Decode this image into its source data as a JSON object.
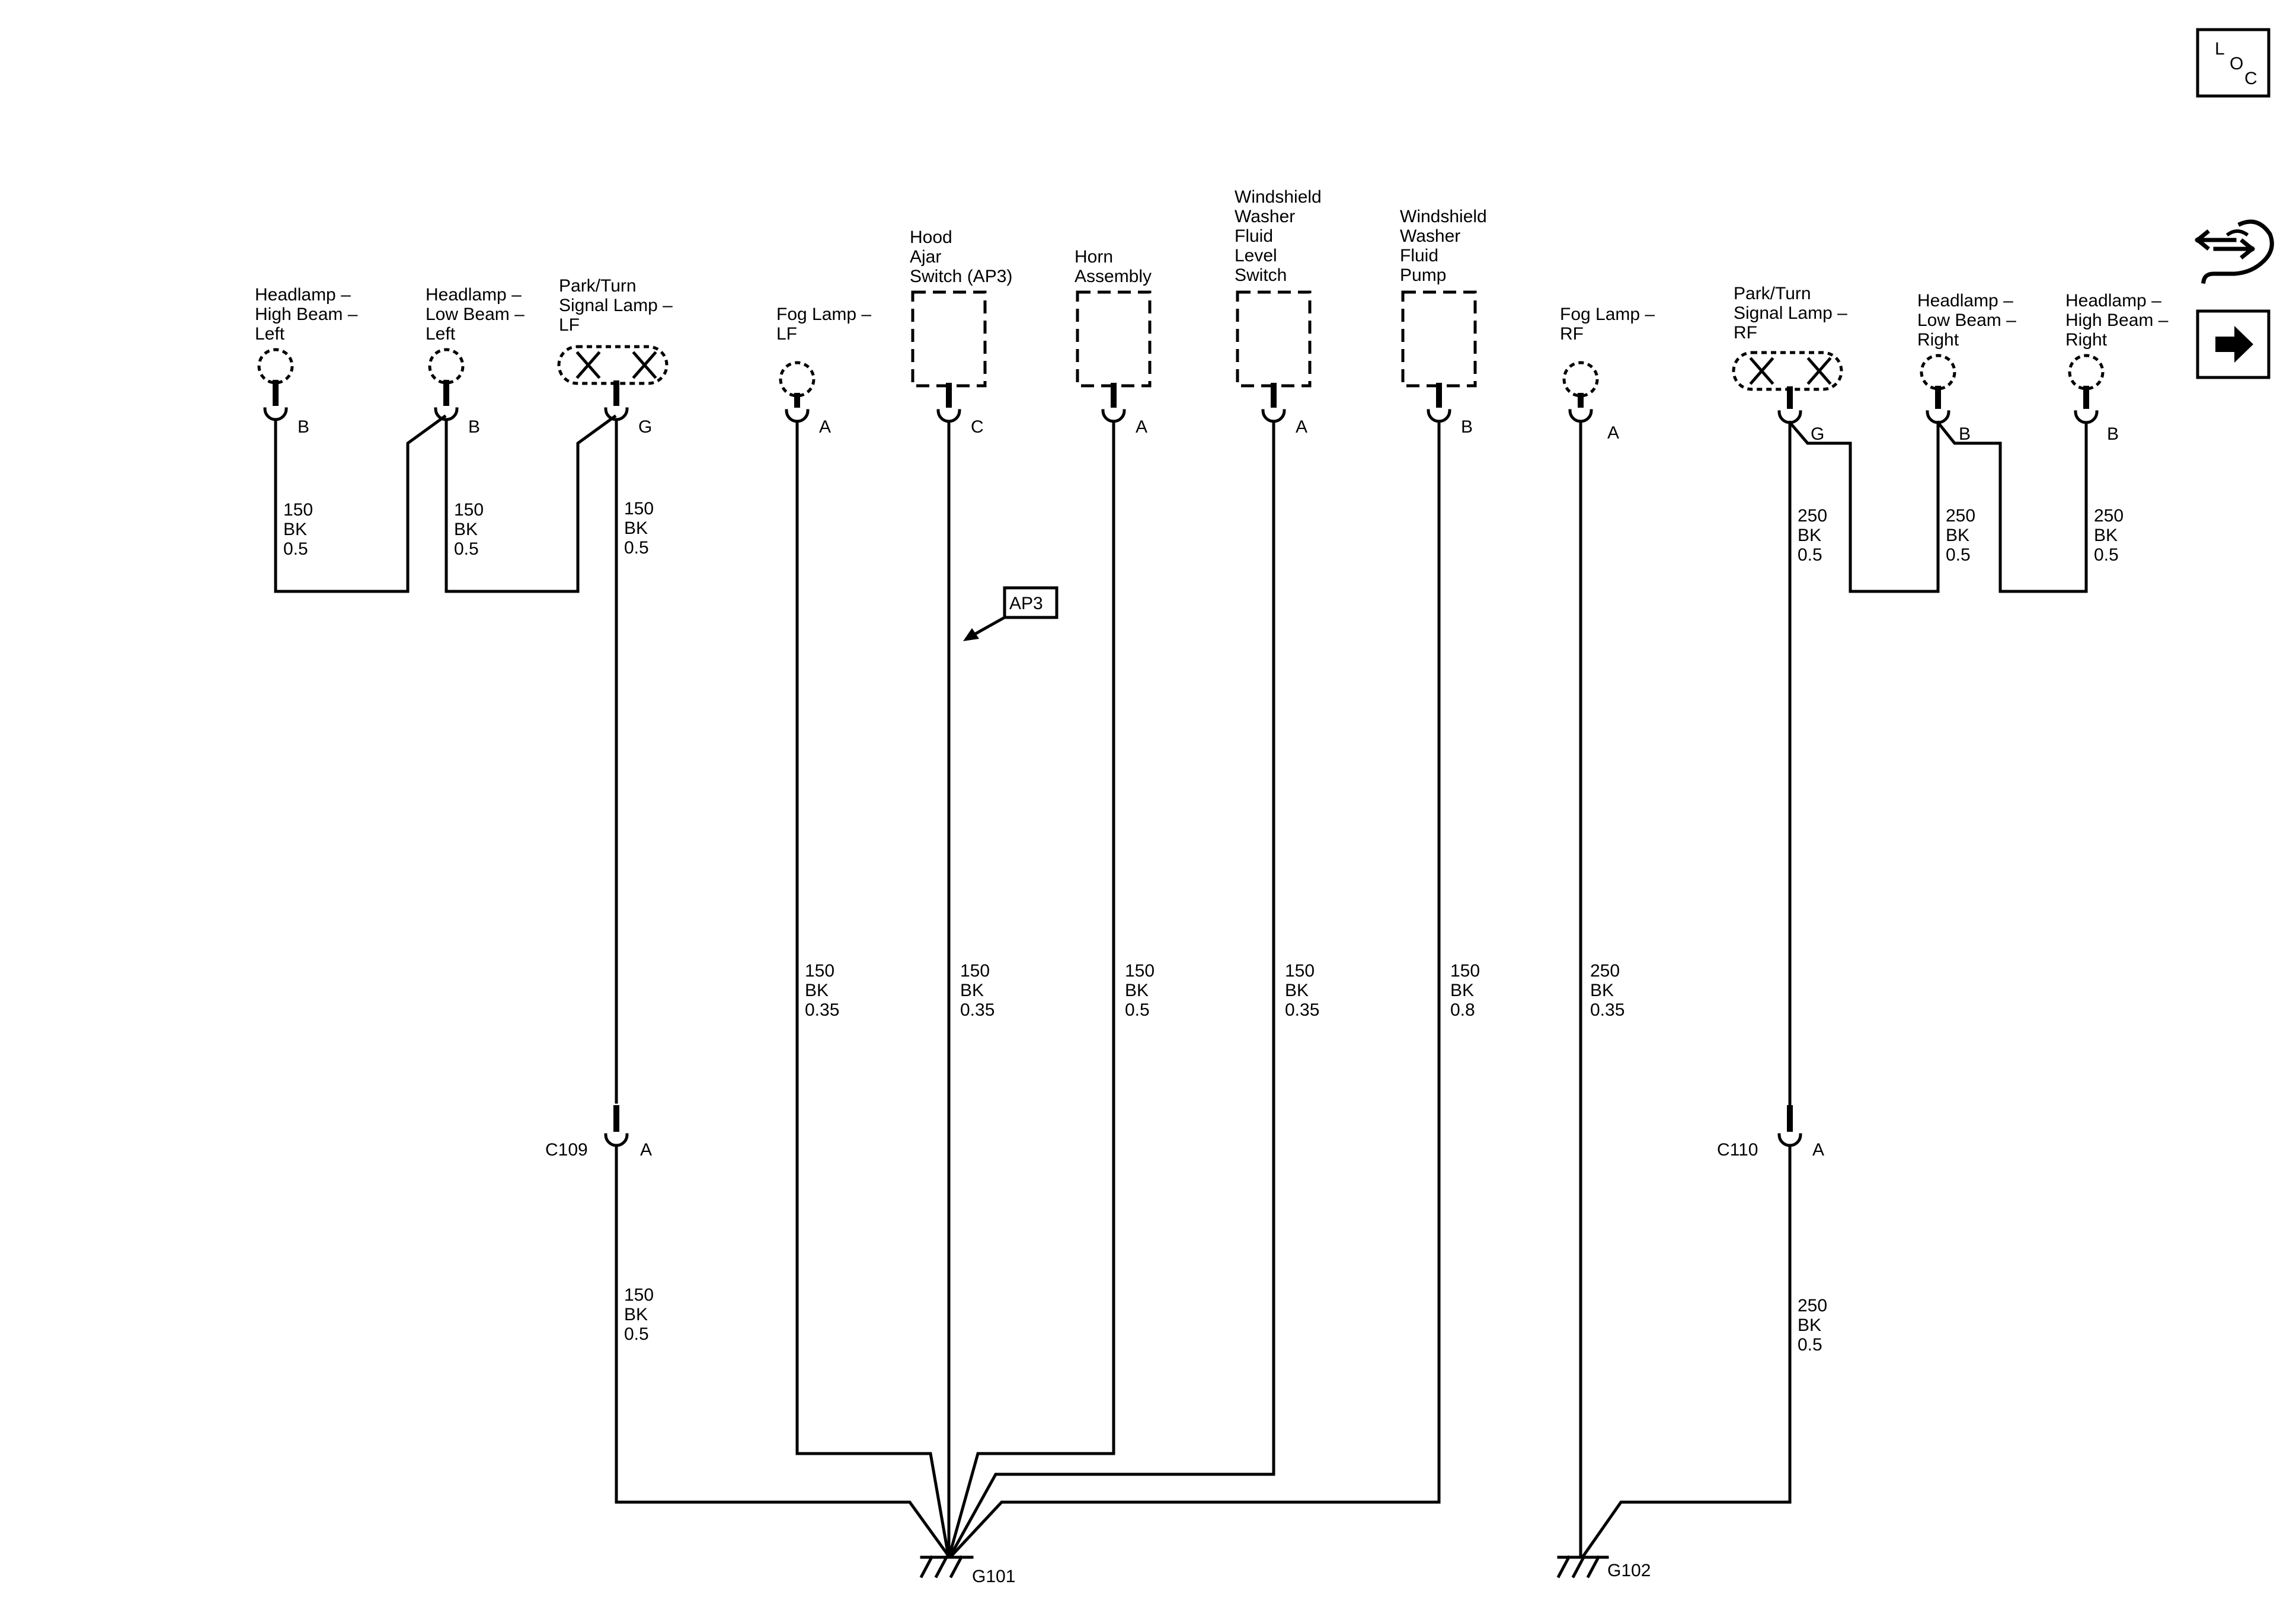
{
  "components": [
    {
      "id": "hl-hb-left",
      "lines": [
        "Headlamp –",
        "High Beam –",
        "Left"
      ],
      "pin": "B",
      "wire": [
        "150",
        "BK",
        "0.5"
      ]
    },
    {
      "id": "hl-lb-left",
      "lines": [
        "Headlamp –",
        "Low Beam –",
        "Left"
      ],
      "pin": "B",
      "wire": [
        "150",
        "BK",
        "0.5"
      ]
    },
    {
      "id": "park-turn-lf",
      "lines": [
        "Park/Turn",
        "Signal Lamp –",
        "LF"
      ],
      "pin": "G",
      "wire": [
        "150",
        "BK",
        "0.5"
      ]
    },
    {
      "id": "fog-lf",
      "lines": [
        "Fog Lamp –",
        "LF"
      ],
      "pin": "A",
      "wire": [
        "150",
        "BK",
        "0.35"
      ]
    },
    {
      "id": "hood-ajar",
      "lines": [
        "Hood",
        "Ajar",
        "Switch (AP3)"
      ],
      "pin": "C",
      "wire": [
        "150",
        "BK",
        "0.35"
      ]
    },
    {
      "id": "horn",
      "lines": [
        "Horn",
        "Assembly"
      ],
      "pin": "A",
      "wire": [
        "150",
        "BK",
        "0.5"
      ]
    },
    {
      "id": "ws-level",
      "lines": [
        "Windshield",
        "Washer",
        "Fluid",
        "Level",
        "Switch"
      ],
      "pin": "A",
      "wire": [
        "150",
        "BK",
        "0.35"
      ]
    },
    {
      "id": "ws-pump",
      "lines": [
        "Windshield",
        "Washer",
        "Fluid",
        "Pump"
      ],
      "pin": "B",
      "wire": [
        "150",
        "BK",
        "0.8"
      ]
    },
    {
      "id": "fog-rf",
      "lines": [
        "Fog Lamp –",
        "RF"
      ],
      "pin": "A",
      "wire": [
        "250",
        "BK",
        "0.35"
      ]
    },
    {
      "id": "park-turn-rf",
      "lines": [
        "Park/Turn",
        "Signal Lamp –",
        "RF"
      ],
      "pin": "G",
      "wire": [
        "250",
        "BK",
        "0.5"
      ]
    },
    {
      "id": "hl-lb-right",
      "lines": [
        "Headlamp –",
        "Low Beam –",
        "Right"
      ],
      "pin": "B",
      "wire": [
        "250",
        "BK",
        "0.5"
      ]
    },
    {
      "id": "hl-hb-right",
      "lines": [
        "Headlamp –",
        "High Beam –",
        "Right"
      ],
      "pin": "B",
      "wire": [
        "250",
        "BK",
        "0.5"
      ]
    }
  ],
  "connectors": [
    {
      "id": "c109",
      "name": "C109",
      "pin": "A",
      "wire_below": [
        "150",
        "BK",
        "0.5"
      ]
    },
    {
      "id": "c110",
      "name": "C110",
      "pin": "A",
      "wire_below": [
        "250",
        "BK",
        "0.5"
      ]
    }
  ],
  "grounds": {
    "left": "G101",
    "right": "G102"
  },
  "callout": "AP3",
  "nav": {
    "loc": [
      "L",
      "O",
      "C"
    ],
    "icons": [
      "component-connector-icon",
      "next-arrow-icon"
    ]
  }
}
